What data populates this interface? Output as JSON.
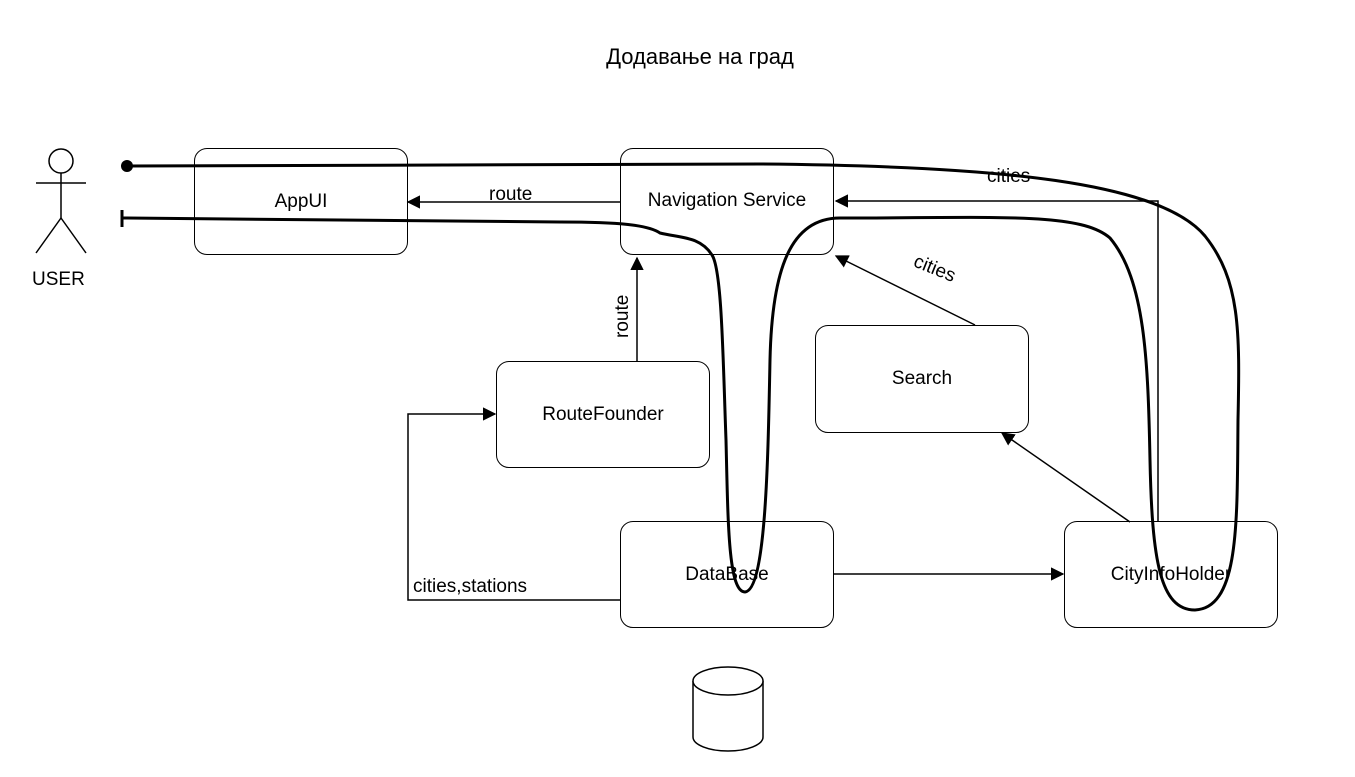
{
  "diagram": {
    "title": "Додавање на град",
    "actor": {
      "label": "USER"
    },
    "nodes": {
      "appui": "AppUI",
      "navigation": "Navigation Service",
      "routefounder": "RouteFounder",
      "search": "Search",
      "database": "DataBase",
      "cityinfoholder": "CityInfoHolder"
    },
    "edge_labels": {
      "route_to_appui": "route",
      "route_from_founder": "route",
      "cities_from_search": "cities",
      "cities_user_line": "cities",
      "cities_stations": "cities,stations"
    }
  }
}
